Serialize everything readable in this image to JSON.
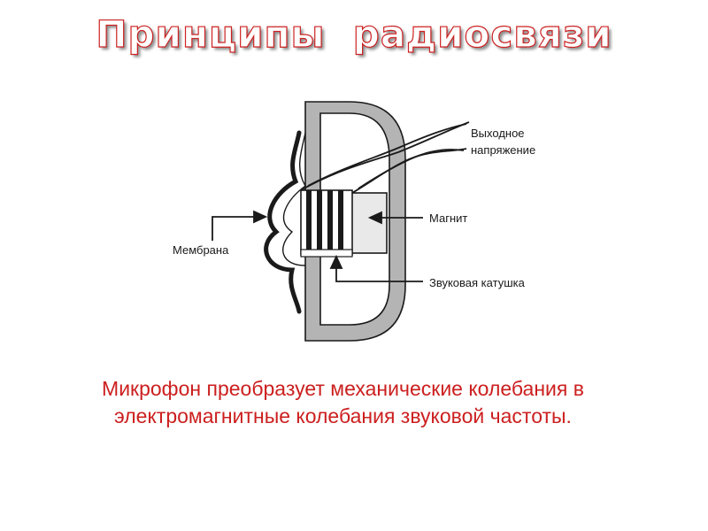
{
  "slide": {
    "title": "Принципы  радиосвязи",
    "caption": "Микрофон преобразует механические колебания в электромагнитные колебания звуковой частоты."
  },
  "diagram": {
    "labels": {
      "output_line1": "Выходное",
      "output_line2": "напряжение",
      "magnet": "Магнит",
      "membrane": "Мембрана",
      "coil": "Звуковая катушка"
    }
  },
  "colors": {
    "title_outline": "#cc2222",
    "caption": "#cc1f1f",
    "housing_fill": "#b4b4b4",
    "line": "#1a1a1a"
  }
}
